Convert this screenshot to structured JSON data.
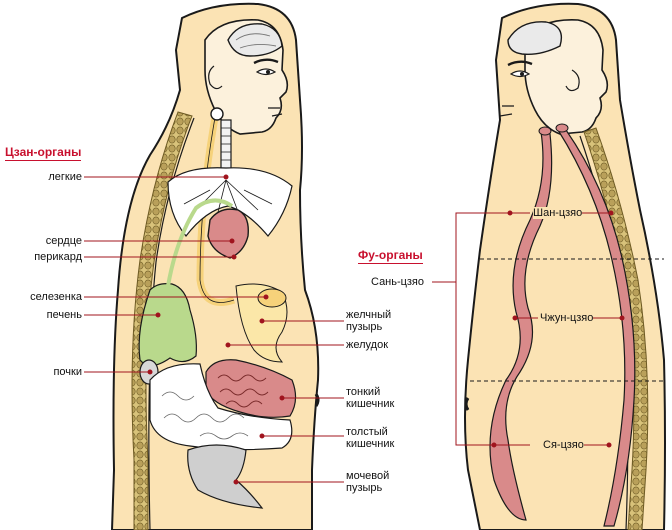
{
  "left_figure": {
    "heading": "Цзан-органы",
    "labels": {
      "lungs": "легкие",
      "heart": "сердце",
      "pericardium": "перикард",
      "spleen": "селезенка",
      "liver": "печень",
      "kidneys": "почки",
      "gallbladder": "желчный\nпузырь",
      "stomach": "желудок",
      "small_intestine": "тонкий\nкишечник",
      "large_intestine": "толстый\nкишечник",
      "bladder": "мочевой\nпузырь"
    }
  },
  "right_figure": {
    "heading": "Фу-органы",
    "labels": {
      "san_jiao": "Сань-цзяо",
      "upper_jiao": "Шан-цзяо",
      "middle_jiao": "Чжун-цзяо",
      "lower_jiao": "Ся-цзяо"
    }
  },
  "colors": {
    "body_fill": "#fbe3b4",
    "outline": "#1a1a1a",
    "heading_red": "#c8102e",
    "pointer_red": "#a0141e",
    "organ_pink": "#d98a8a",
    "liver_green": "#b9d98c",
    "gall_yellow": "#f6d27a",
    "spine": "#c9b56e"
  }
}
